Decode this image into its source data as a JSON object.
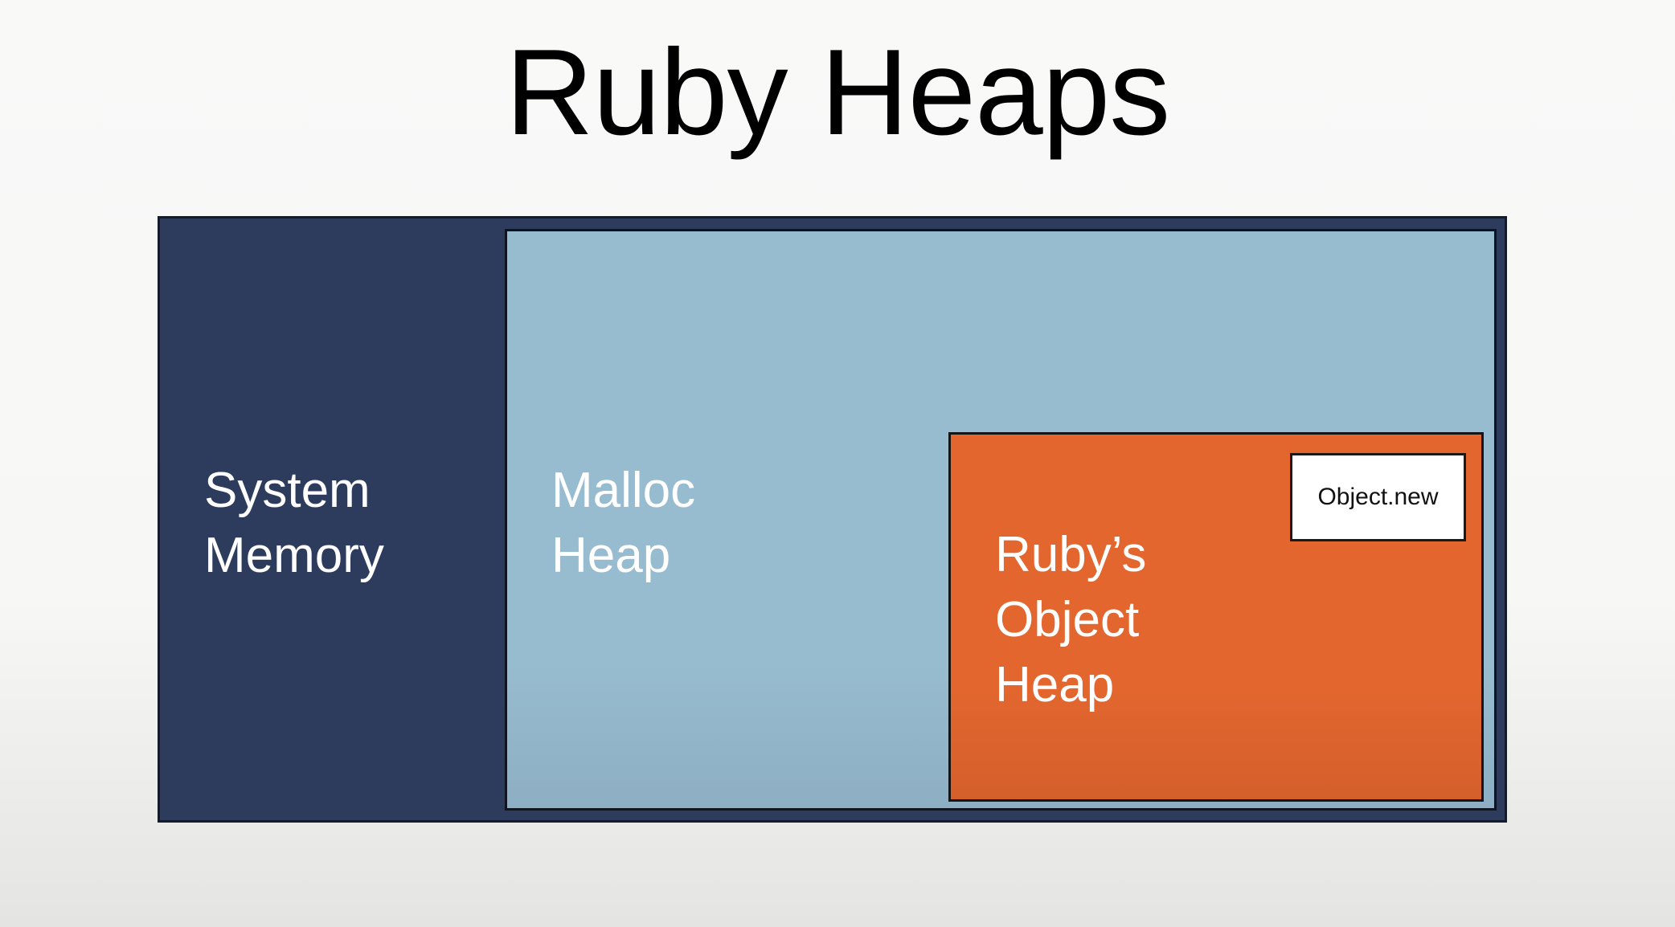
{
  "title": "Ruby Heaps",
  "diagram": {
    "system_memory": {
      "label_lines": [
        "System",
        "Memory"
      ]
    },
    "malloc_heap": {
      "label_lines": [
        "Malloc",
        "Heap"
      ]
    },
    "object_heap": {
      "label_lines": [
        "Ruby’s",
        "Object",
        "Heap"
      ]
    },
    "object_new": {
      "label": "Object.new"
    }
  },
  "colors": {
    "system_memory": "#2d3c5c",
    "malloc_heap": "#97bcd0",
    "object_heap": "#e2662e",
    "object_new": "#ffffff"
  }
}
